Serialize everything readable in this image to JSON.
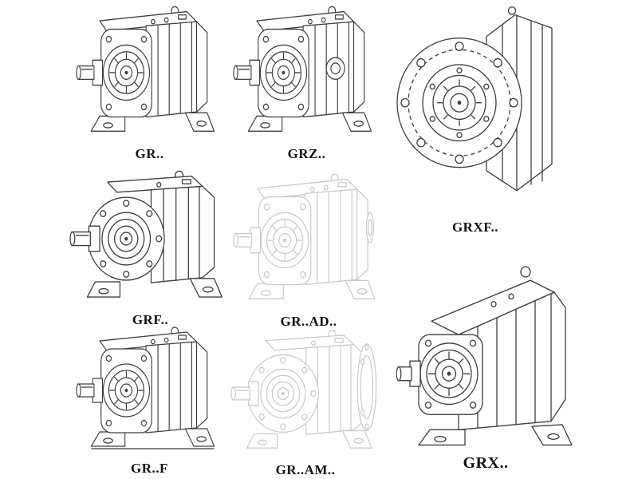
{
  "page": {
    "background": "#ffffff",
    "line_color": "#3f3f3f",
    "faint_line_color": "#c9c9c9",
    "label_color": "#111111"
  },
  "figures": [
    {
      "label": "GR.."
    },
    {
      "label": "GRZ.."
    },
    {
      "label": "GRXF.."
    },
    {
      "label": "GRF.."
    },
    {
      "label": "GR..AD.."
    },
    {
      "label": "GRX.."
    },
    {
      "label": "GR..F"
    },
    {
      "label": "GR..AM.."
    }
  ]
}
